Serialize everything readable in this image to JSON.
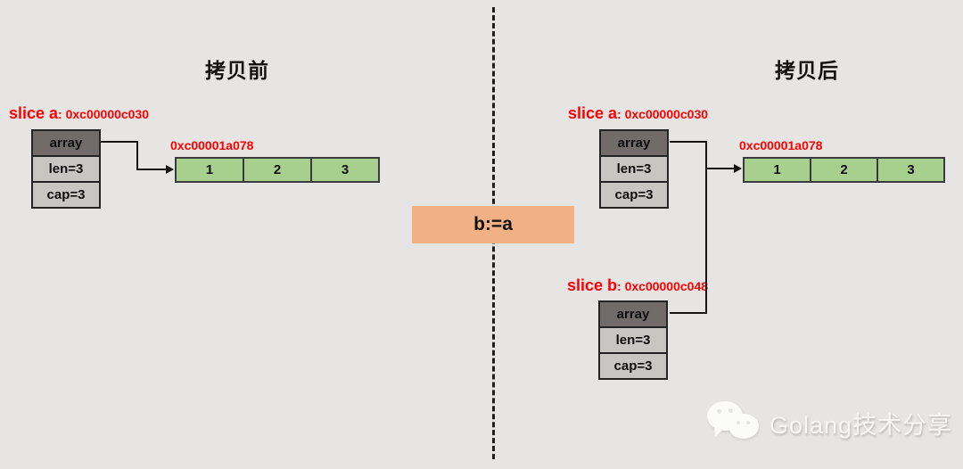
{
  "colors": {
    "background": "#e6e5e3",
    "struct_header_cell": "#716c6a",
    "struct_field_cell": "#c8c6c3",
    "array_cell_green": "#a7cf8e",
    "operation_box_orange": "#f2b184",
    "label_red": "#fe0000",
    "line_black": "#151515"
  },
  "before": {
    "title": "拷贝前",
    "slice_a": {
      "name": "slice a",
      "address": ": 0xc00000c030",
      "fields": [
        "array",
        "len=3",
        "cap=3"
      ]
    },
    "backing_array": {
      "address": "0xc00001a078",
      "cells": [
        "1",
        "2",
        "3"
      ]
    }
  },
  "operation": {
    "label": "b:=a"
  },
  "after": {
    "title": "拷贝后",
    "slice_a": {
      "name": "slice a",
      "address": ": 0xc00000c030",
      "fields": [
        "array",
        "len=3",
        "cap=3"
      ]
    },
    "slice_b": {
      "name": "slice b",
      "address": ": 0xc00000c048",
      "fields": [
        "array",
        "len=3",
        "cap=3"
      ]
    },
    "backing_array": {
      "address": "0xc00001a078",
      "cells": [
        "1",
        "2",
        "3"
      ]
    }
  },
  "watermark": {
    "icon": "wechat-icon",
    "text": "Golang技术分享"
  }
}
